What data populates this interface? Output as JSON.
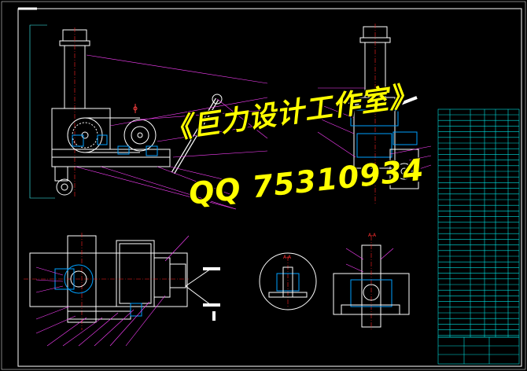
{
  "watermark": {
    "title": "《巨力设计工作室》",
    "contact": "QQ  75310934"
  },
  "section_labels": {
    "main_top": "A-A",
    "detail_a": "A-A",
    "detail_b": "A-A"
  },
  "colors": {
    "background": "#000000",
    "frame": "#ffffff",
    "geometry": "#ffffff",
    "centerline": "#ff2020",
    "leader": "#ff40ff",
    "hatch": "#00a0ff",
    "title_block": "#00e0e0",
    "watermark": "#ffff00"
  }
}
